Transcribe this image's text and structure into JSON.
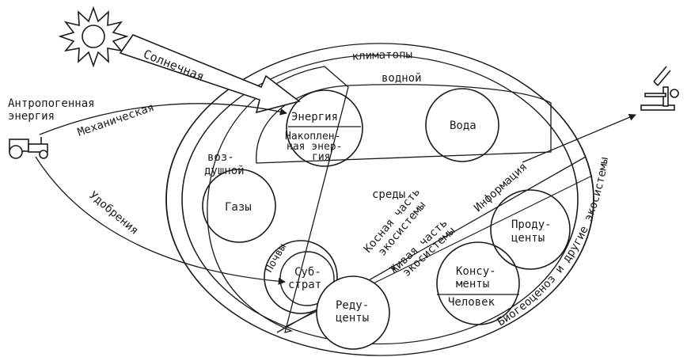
{
  "labels": {
    "solar": "Солнечная",
    "anthro_1": "Антропогенная",
    "anthro_2": "энергия",
    "mechanical": "Механическая",
    "fertilizers": "Удобрения",
    "climatopes": "климатопы",
    "water_env": "водной",
    "air_env_1": "воз-",
    "air_env_2": "душной",
    "environments": "среды",
    "energy": "Энергия",
    "stored_1": "Накоплен-",
    "stored_2": "ная энер-",
    "stored_3": "гия",
    "water": "Вода",
    "gases": "Газы",
    "soils": "Почвы",
    "substrate_1": "Суб-",
    "substrate_2": "страт",
    "reducers_1": "Реду-",
    "reducers_2": "центы",
    "inert_1": "Косная часть",
    "inert_2": "экосистемы",
    "living_1": "Живая часть",
    "living_2": "экосистемы",
    "information": "Информация",
    "producers_1": "Проду-",
    "producers_2": "центы",
    "consumers_1": "Консу-",
    "consumers_2": "менты",
    "human": "Человек",
    "biogeocenosis": "Биогеоценоз и другие экосистемы"
  },
  "icons": [
    "sun-icon",
    "tractor-icon",
    "microscope-icon"
  ],
  "colors": {
    "ink": "#1a1a1a",
    "background": "#ffffff"
  }
}
